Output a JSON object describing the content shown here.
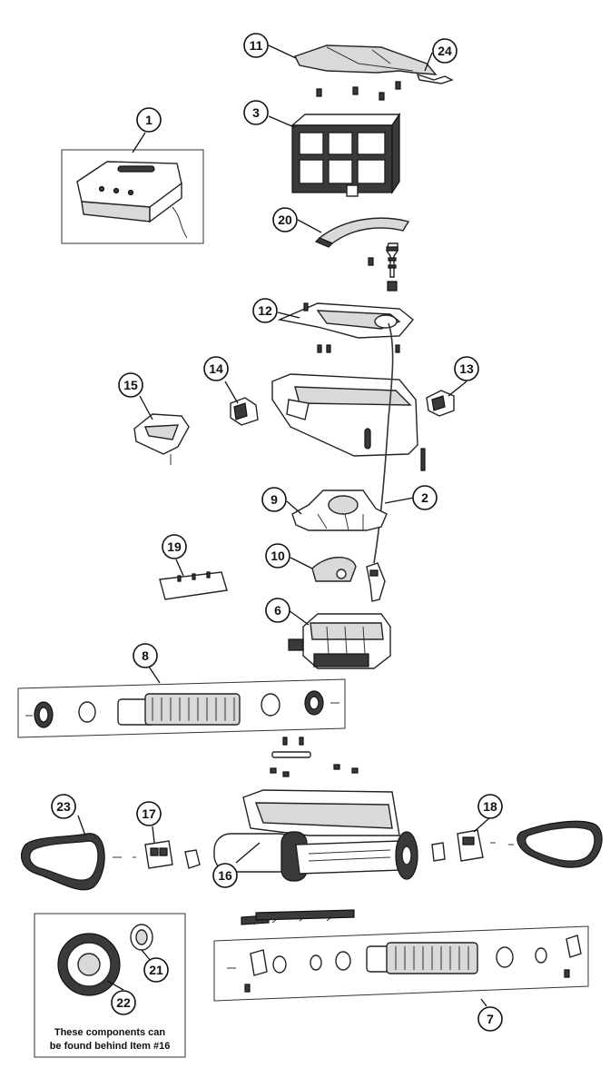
{
  "callouts": {
    "c1": "1",
    "c2": "2",
    "c3": "3",
    "c6": "6",
    "c7": "7",
    "c8": "8",
    "c9": "9",
    "c10": "10",
    "c11": "11",
    "c12": "12",
    "c13": "13",
    "c14": "14",
    "c15": "15",
    "c16": "16",
    "c17": "17",
    "c18": "18",
    "c19": "19",
    "c20": "20",
    "c21": "21",
    "c22": "22",
    "c23": "23",
    "c24": "24"
  },
  "note": {
    "line1": "These components can",
    "line2": "be found behind Item #16"
  },
  "colors": {
    "line": "#222222",
    "fill": "#ffffff",
    "shade": "#d9d9d9",
    "dark": "#3a3a3a"
  }
}
